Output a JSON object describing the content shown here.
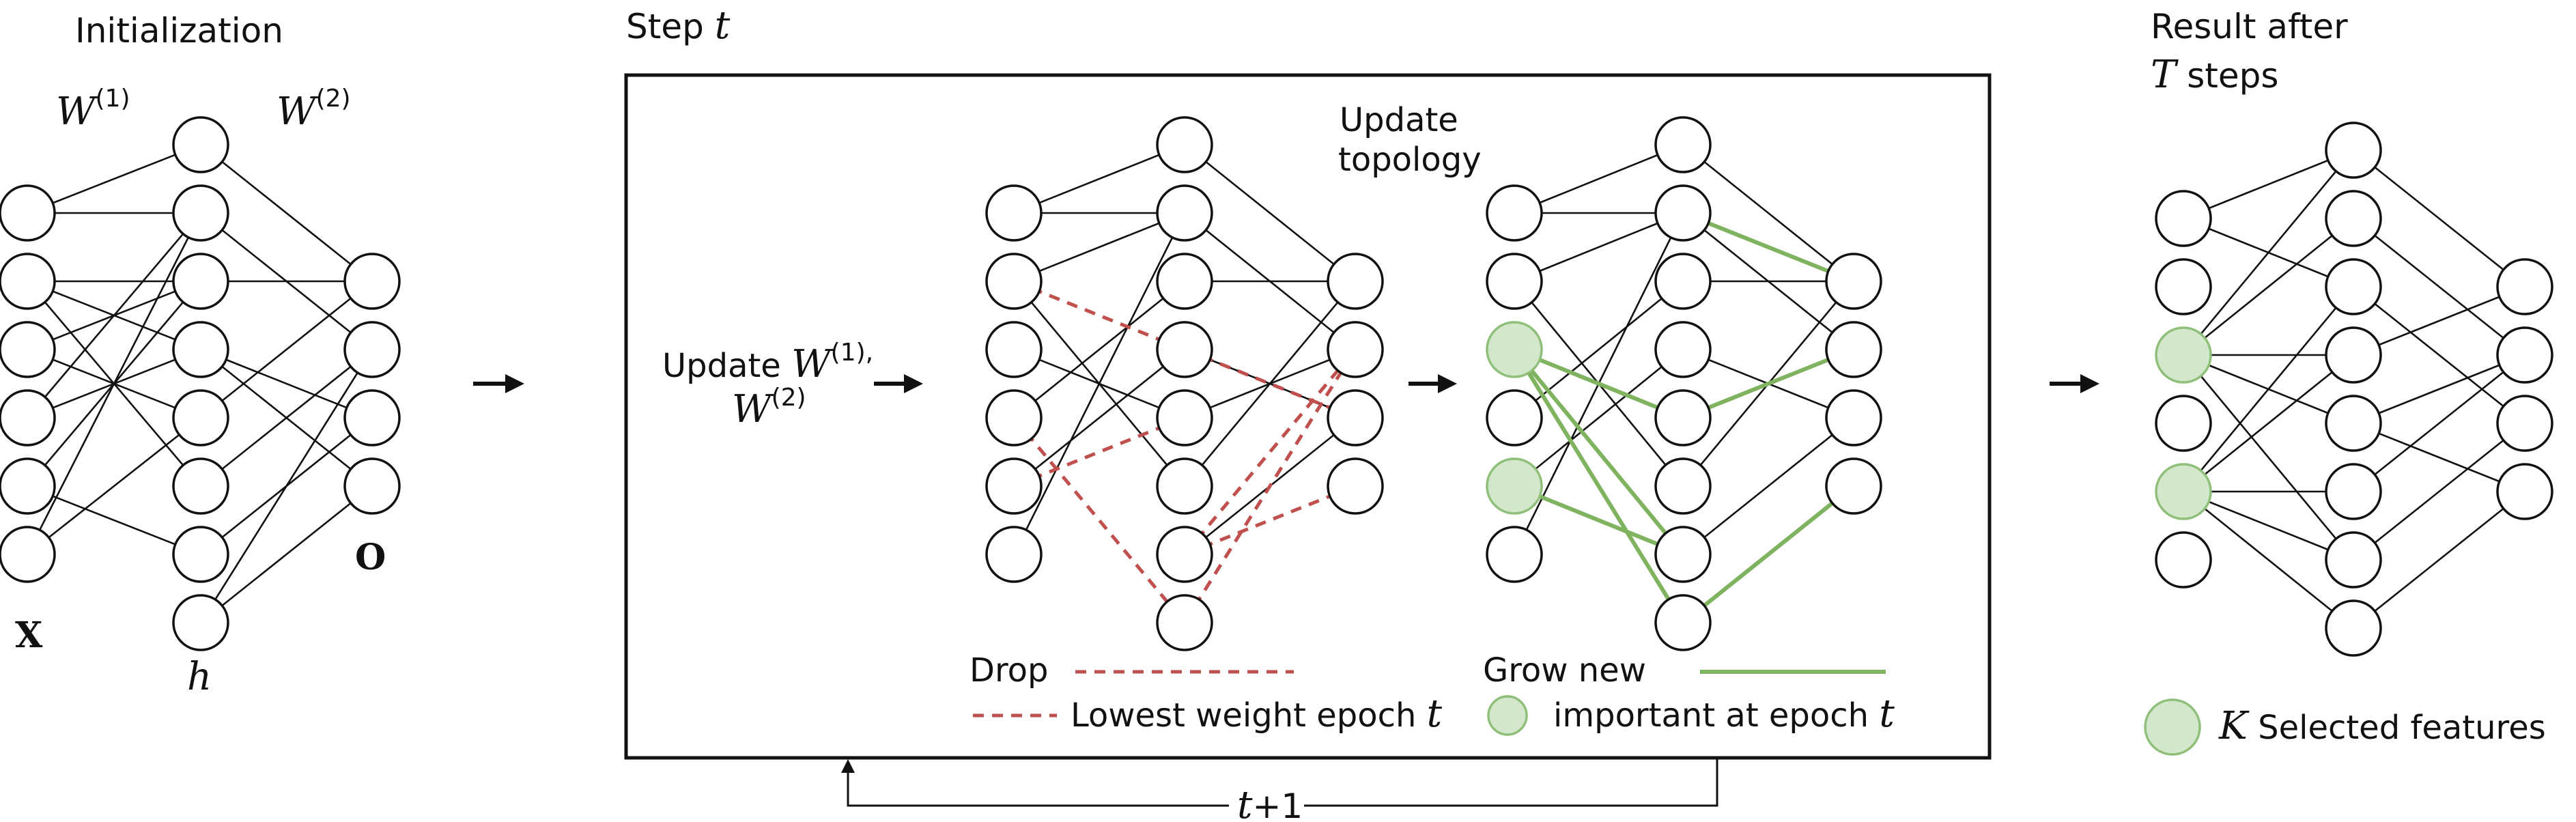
{
  "colors": {
    "drop_edge": "#c0504d",
    "grow_edge": "#7fb35f",
    "selected_node_fill": "#d3e8cb",
    "selected_node_stroke": "#8fbf7a"
  },
  "panels": {
    "initialization": {
      "title": "Initialization",
      "w1": "W",
      "w1_sup": "(1)",
      "w2": "W",
      "w2_sup": "(2)",
      "input_label": "X",
      "hidden_label": "h",
      "output_label": "O"
    },
    "step": {
      "title_prefix": "Step ",
      "title_var": "t",
      "update_prefix": "Update ",
      "update_w1": "W",
      "update_w1_sup": "(1),",
      "update_w2": "W",
      "update_w2_sup": "(2)",
      "update_topology_line1": "Update",
      "update_topology_line2": "topology",
      "legend_drop": "Drop",
      "legend_lowest": "Lowest weight epoch ",
      "legend_lowest_var": "t",
      "legend_grow": "Grow new",
      "legend_important": "important at epoch ",
      "legend_important_var": "t",
      "loop_label_var": "t",
      "loop_label_rest": "+1"
    },
    "result": {
      "title_line1": "Result after",
      "title_var": "T",
      "title_line2_rest": "  steps",
      "legend_var": "K",
      "legend_text": " Selected features"
    }
  }
}
